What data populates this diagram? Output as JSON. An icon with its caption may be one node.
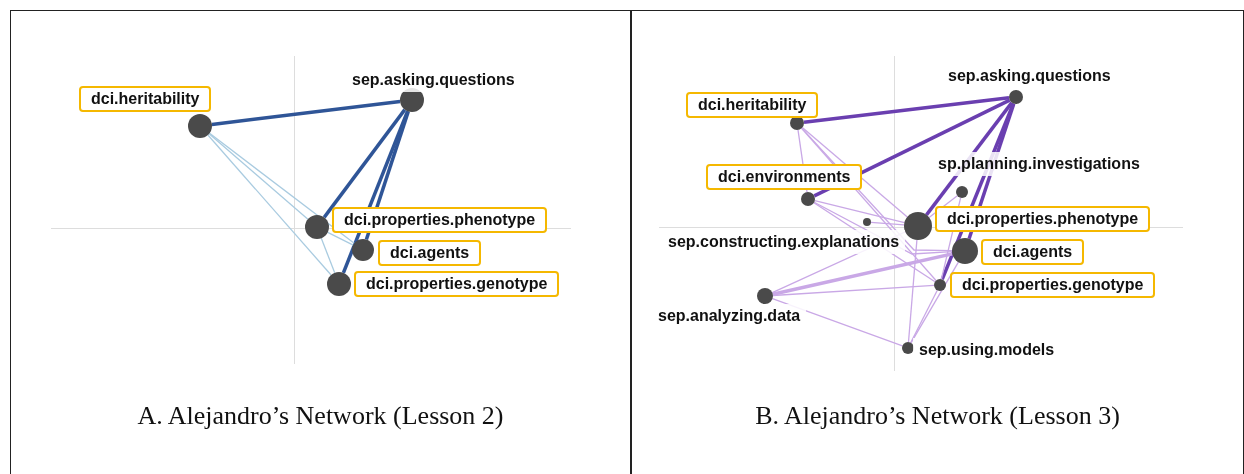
{
  "diagram": {
    "nodes": [
      {
        "text": [
          "A. Alejandro’s Network (Lesson 2)"
        ]
      },
      {
        "text": [],
        "shape": "circle",
        "in": 0,
        "beside": [
          "dci.heritability"
        ]
      },
      {
        "text": [],
        "shape": "circle",
        "in": 0,
        "beside": [
          "sep.asking.questions"
        ]
      },
      {
        "text": [],
        "shape": "circle",
        "in": 0,
        "beside": [
          "dci.properties.phenotype"
        ]
      },
      {
        "text": [],
        "shape": "circle",
        "in": 0,
        "beside": [
          "dci.agents"
        ]
      },
      {
        "text": [],
        "shape": "circle",
        "in": 0,
        "beside": [
          "dci.properties.genotype"
        ]
      },
      {
        "text": [
          "B. Alejandro’s Network (Lesson 3)"
        ]
      },
      {
        "text": [],
        "shape": "circle",
        "in": 6,
        "beside": [
          "sep.asking.questions"
        ]
      },
      {
        "text": [],
        "shape": "circle",
        "in": 6,
        "beside": [
          "dci.heritability"
        ]
      },
      {
        "text": [],
        "shape": "circle",
        "in": 6,
        "beside": [
          "sp.planning.investigations"
        ]
      },
      {
        "text": [],
        "shape": "circle",
        "in": 6,
        "beside": [
          "dci.environments"
        ]
      },
      {
        "text": [],
        "shape": "circle",
        "in": 6,
        "beside": [
          "sep.constructing.explanations"
        ]
      },
      {
        "text": [],
        "shape": "circle",
        "in": 6,
        "beside": [
          "dci.properties.phenotype"
        ]
      },
      {
        "text": [],
        "shape": "circle",
        "in": 6,
        "beside": [
          "dci.agents"
        ]
      },
      {
        "text": [],
        "shape": "circle",
        "in": 6,
        "beside": [
          "dci.properties.genotype"
        ]
      },
      {
        "text": [],
        "shape": "circle",
        "in": 6,
        "beside": [
          "sep.analyzing.data"
        ]
      },
      {
        "text": [],
        "shape": "circle",
        "in": 6,
        "beside": [
          "sep.using.models"
        ]
      }
    ],
    "edges": [
      {
        "from": 1,
        "to": 2,
        "arrow": "none",
        "style": "thick",
        "color": "#2f5597"
      },
      {
        "from": 2,
        "to": 3,
        "arrow": "none",
        "style": "thick",
        "color": "#2f5597"
      },
      {
        "from": 2,
        "to": 4,
        "arrow": "none",
        "style": "thick",
        "color": "#2f5597"
      },
      {
        "from": 2,
        "to": 5,
        "arrow": "none",
        "style": "thick",
        "color": "#2f5597"
      },
      {
        "from": 1,
        "to": 3,
        "arrow": "none"
      },
      {
        "from": 1,
        "to": 4,
        "arrow": "none"
      },
      {
        "from": 1,
        "to": 5,
        "arrow": "none"
      },
      {
        "from": 3,
        "to": 4,
        "arrow": "none"
      },
      {
        "from": 3,
        "to": 5,
        "arrow": "none"
      },
      {
        "from": 8,
        "to": 7,
        "arrow": "none",
        "style": "thick",
        "color": "#6a3fb0"
      },
      {
        "from": 10,
        "to": 7,
        "arrow": "none",
        "style": "thick",
        "color": "#6a3fb0"
      },
      {
        "from": 7,
        "to": 12,
        "arrow": "none",
        "style": "thick",
        "color": "#6a3fb0"
      },
      {
        "from": 7,
        "to": 13,
        "arrow": "none",
        "style": "thick",
        "color": "#6a3fb0"
      },
      {
        "from": 7,
        "to": 14,
        "arrow": "none",
        "style": "thick",
        "color": "#6a3fb0"
      },
      {
        "from": 8,
        "to": 12,
        "arrow": "none",
        "color": "#c9a8e6"
      },
      {
        "from": 8,
        "to": 13,
        "arrow": "none",
        "color": "#c9a8e6"
      },
      {
        "from": 8,
        "to": 14,
        "arrow": "none",
        "color": "#c9a8e6"
      },
      {
        "from": 8,
        "to": 10,
        "arrow": "none",
        "color": "#c9a8e6"
      },
      {
        "from": 10,
        "to": 12,
        "arrow": "none",
        "color": "#c9a8e6"
      },
      {
        "from": 10,
        "to": 13,
        "arrow": "none",
        "color": "#c9a8e6"
      },
      {
        "from": 10,
        "to": 14,
        "arrow": "none",
        "color": "#c9a8e6"
      },
      {
        "from": 11,
        "to": 12,
        "arrow": "none",
        "color": "#c9a8e6"
      },
      {
        "from": 9,
        "to": 12,
        "arrow": "none",
        "color": "#c9a8e6"
      },
      {
        "from": 9,
        "to": 14,
        "arrow": "none",
        "color": "#c9a8e6"
      },
      {
        "from": 15,
        "to": 12,
        "arrow": "none",
        "color": "#c9a8e6"
      },
      {
        "from": 15,
        "to": 13,
        "arrow": "none",
        "style": "thick",
        "color": "#c9a8e6"
      },
      {
        "from": 15,
        "to": 14,
        "arrow": "none",
        "color": "#c9a8e6"
      },
      {
        "from": 15,
        "to": 16,
        "arrow": "none",
        "color": "#c9a8e6"
      },
      {
        "from": 16,
        "to": 12,
        "arrow": "none",
        "color": "#c9a8e6"
      },
      {
        "from": 16,
        "to": 13,
        "arrow": "none",
        "color": "#c9a8e6"
      },
      {
        "from": 16,
        "to": 14,
        "arrow": "none",
        "color": "#c9a8e6"
      }
    ]
  }
}
